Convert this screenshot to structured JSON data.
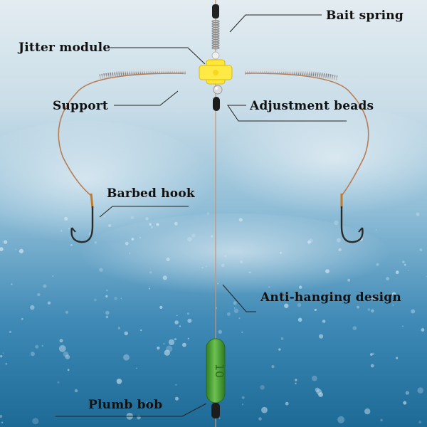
{
  "labels": {
    "bait_spring": "Bait spring",
    "jitter_module": "Jitter module",
    "support": "Support",
    "adjustment_beads": "Adjustment beads",
    "barbed_hook": "Barbed hook",
    "anti_hanging": "Anti-hanging design",
    "plumb_bob": "Plumb bob"
  },
  "weight_marking": "10",
  "colors": {
    "sky_top": "#dfe9ef",
    "water_deep": "#1f6f9c",
    "line": "#b8805a",
    "jitter": "#ffe637",
    "sinker": "#49a935",
    "leader": "#2b2b2b"
  }
}
